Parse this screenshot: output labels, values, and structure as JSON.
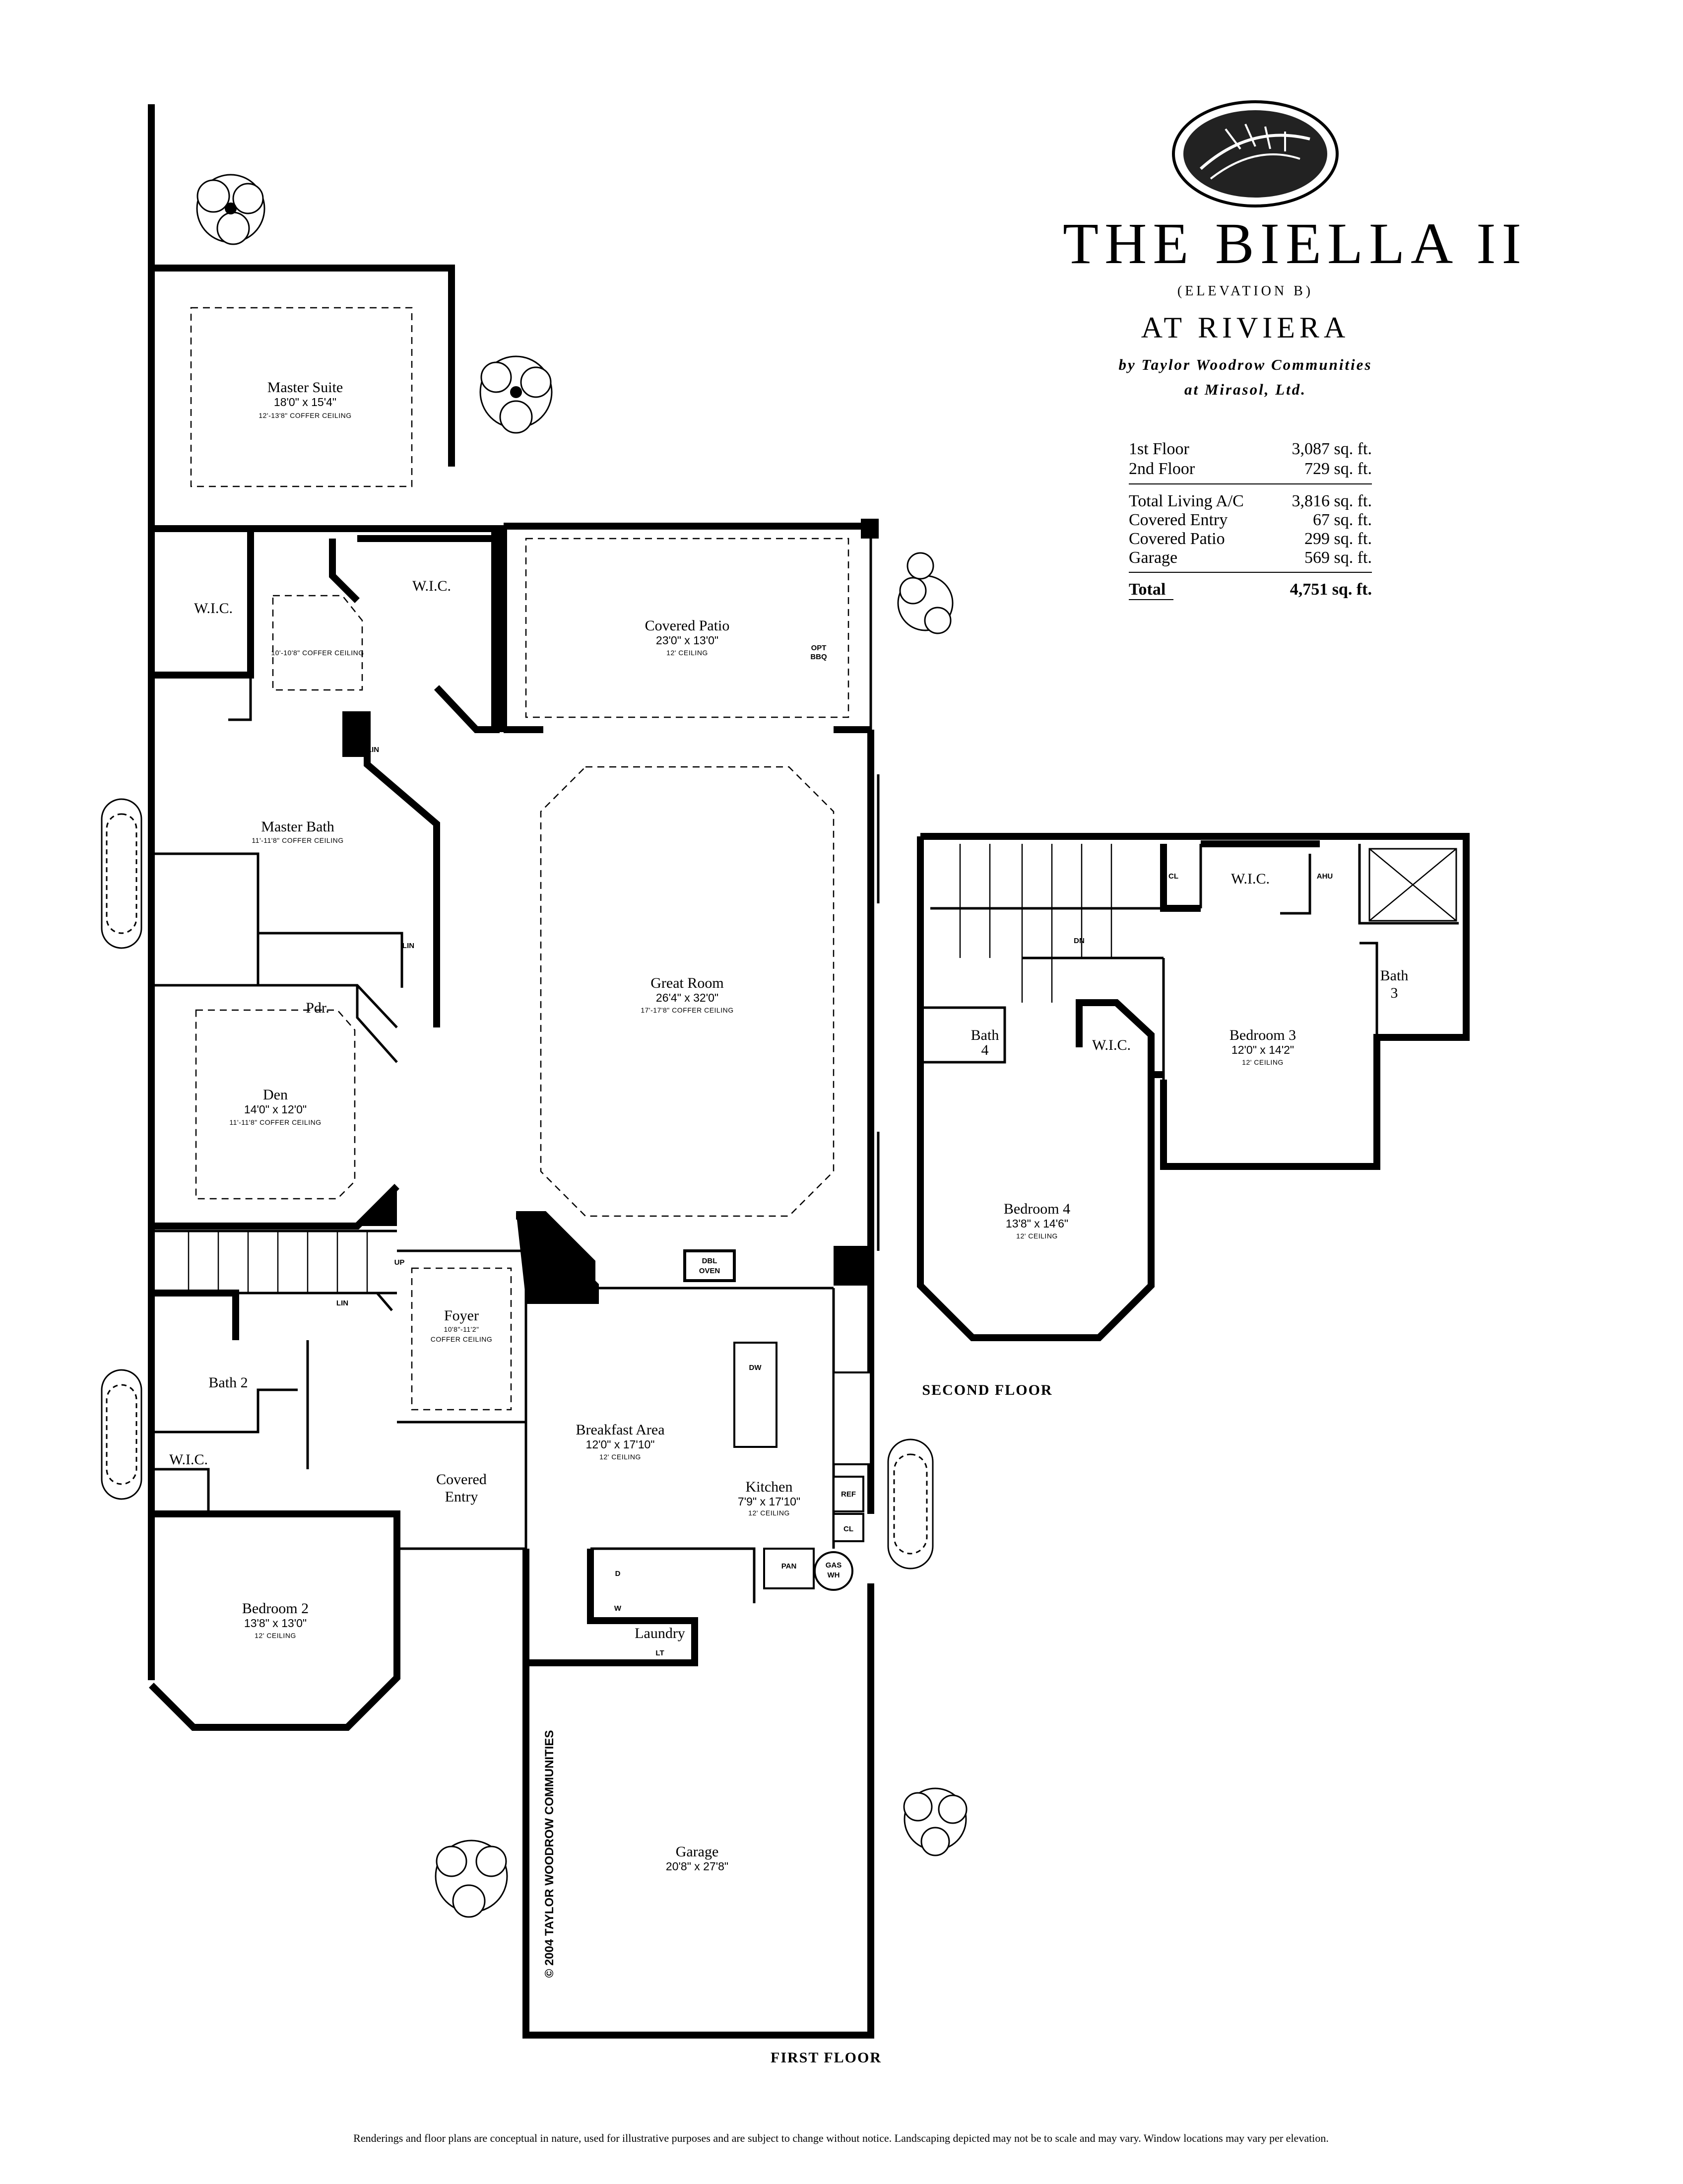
{
  "title": {
    "name": "THE BIELLA II",
    "elevation": "(ELEVATION B)",
    "community": "AT RIVIERA",
    "builder_line1": "by Taylor Woodrow Communities",
    "builder_line2": "at Mirasol, Ltd."
  },
  "square_footage": [
    {
      "label": "1st Floor",
      "value": "3,087 sq. ft."
    },
    {
      "label": "2nd Floor",
      "value": "729 sq. ft."
    },
    {
      "label": "Total Living A/C",
      "value": "3,816 sq. ft."
    },
    {
      "label": "Covered Entry",
      "value": "67 sq. ft."
    },
    {
      "label": "Covered Patio",
      "value": "299 sq. ft."
    },
    {
      "label": "Garage",
      "value": "569 sq. ft."
    },
    {
      "label": "Total",
      "value": "4,751 sq. ft."
    }
  ],
  "rooms": {
    "master_suite": {
      "name": "Master Suite",
      "dim": "18'0\" x 15'4\"",
      "ceiling": "12'-13'8\" COFFER CEILING"
    },
    "wic_master_left": {
      "name": "W.I.C."
    },
    "wic_master_right": {
      "name": "W.I.C."
    },
    "master_hall": {
      "ceiling": "10'-10'8\" COFFER CEILING"
    },
    "master_bath": {
      "name": "Master Bath",
      "ceiling": "11'-11'8\" COFFER CEILING"
    },
    "pdr": {
      "name": "Pdr."
    },
    "den": {
      "name": "Den",
      "dim": "14'0\" x 12'0\"",
      "ceiling": "11'-11'8\" COFFER CEILING"
    },
    "covered_patio": {
      "name": "Covered Patio",
      "dim": "23'0\" x 13'0\"",
      "ceiling": "12' CEILING"
    },
    "great_room": {
      "name": "Great Room",
      "dim": "26'4\" x 32'0\"",
      "ceiling": "17'-17'8\" COFFER CEILING"
    },
    "foyer": {
      "name": "Foyer",
      "dim": "10'8\"-11'2\"",
      "ceiling": "COFFER CEILING"
    },
    "bath2": {
      "name": "Bath 2"
    },
    "wic_bed2": {
      "name": "W.I.C."
    },
    "bedroom2": {
      "name": "Bedroom 2",
      "dim": "13'8\" x 13'0\"",
      "ceiling": "12' CEILING"
    },
    "covered_entry": {
      "name1": "Covered",
      "name2": "Entry"
    },
    "breakfast": {
      "name": "Breakfast Area",
      "dim": "12'0\" x 17'10\"",
      "ceiling": "12' CEILING"
    },
    "kitchen": {
      "name": "Kitchen",
      "dim": "7'9\" x 17'10\"",
      "ceiling": "12' CEILING"
    },
    "laundry": {
      "name": "Laundry"
    },
    "garage": {
      "name": "Garage",
      "dim": "20'8\" x 27'8\""
    },
    "bedroom3": {
      "name": "Bedroom 3",
      "dim": "12'0\" x 14'2\"",
      "ceiling": "12' CEILING"
    },
    "bedroom4": {
      "name": "Bedroom 4",
      "dim": "13'8\" x 14'6\"",
      "ceiling": "12' CEILING"
    },
    "wic_2nd_top": {
      "name": "W.I.C."
    },
    "wic_2nd_mid": {
      "name": "W.I.C."
    },
    "bath3": {
      "name1": "Bath",
      "name2": "3"
    },
    "bath4": {
      "name1": "Bath",
      "name2": "4"
    }
  },
  "fixtures": {
    "opt_bbq1": "OPT",
    "opt_bbq2": "BBQ",
    "lin1": "LIN",
    "lin2": "LIN",
    "lin3": "LIN",
    "up": "UP",
    "dbl_oven1": "DBL",
    "dbl_oven2": "OVEN",
    "dw": "DW",
    "ref": "REF",
    "cl_kitchen": "CL",
    "pan": "PAN",
    "gas_wh1": "GAS",
    "gas_wh2": "WH",
    "dryer": "D",
    "washer": "W",
    "laundry_tub": "LT",
    "dn": "DN",
    "cl_2nd": "CL",
    "ahu": "AHU"
  },
  "labels": {
    "first_floor": "FIRST FLOOR",
    "second_floor": "SECOND FLOOR",
    "copyright": "© 2004 TAYLOR WOODROW COMMUNITIES",
    "disclaimer": "Renderings and floor plans are conceptual in nature, used for illustrative purposes and are subject to change without notice. Landscaping depicted may not be to scale and may vary. Window locations may vary per elevation."
  }
}
